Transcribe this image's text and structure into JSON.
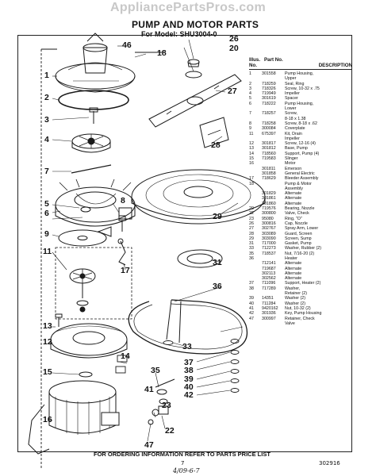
{
  "watermark": "AppliancePartsPros.com",
  "header": {
    "title": "PUMP AND MOTOR PARTS",
    "subtitle": "For Model: SHU3004-0"
  },
  "parts_table": {
    "col_illus": "Illus. No.",
    "col_part": "Part No.",
    "col_desc": "DESCRIPTION",
    "rows": [
      {
        "illus": "1",
        "part": "301558",
        "desc": "Pump Housing,"
      },
      {
        "illus": "",
        "part": "",
        "desc": "Upper"
      },
      {
        "illus": "2",
        "part": "718259",
        "desc": "Seal, Ring"
      },
      {
        "illus": "3",
        "part": "718326",
        "desc": "Screw, 10-32 x .75"
      },
      {
        "illus": "4",
        "part": "719949",
        "desc": "Impeller"
      },
      {
        "illus": "5",
        "part": "301619",
        "desc": "Spacer"
      },
      {
        "illus": "6",
        "part": "718222",
        "desc": "Pump Housing,"
      },
      {
        "illus": "",
        "part": "",
        "desc": "Lower"
      },
      {
        "illus": "7",
        "part": "718257",
        "desc": "Screw,"
      },
      {
        "illus": "",
        "part": "",
        "desc": "8-18 x 1.38"
      },
      {
        "illus": "8",
        "part": "718258",
        "desc": "Screw, 8-18 x .62"
      },
      {
        "illus": "9",
        "part": "300084",
        "desc": "Coverplate"
      },
      {
        "illus": "11",
        "part": "675397",
        "desc": "Kit, Drain"
      },
      {
        "illus": "",
        "part": "",
        "desc": "Impeller"
      },
      {
        "illus": "12",
        "part": "301817",
        "desc": "Screw, 12-16 (4)"
      },
      {
        "illus": "13",
        "part": "301812",
        "desc": "Base, Pump"
      },
      {
        "illus": "14",
        "part": "718560",
        "desc": "Support, Pump (4)"
      },
      {
        "illus": "15",
        "part": "719583",
        "desc": "Slinger"
      },
      {
        "illus": "16",
        "part": "",
        "desc": "Motor"
      },
      {
        "illus": "",
        "part": "301811",
        "desc": "Emerson"
      },
      {
        "illus": "",
        "part": "301858",
        "desc": "General Electric"
      },
      {
        "illus": "17",
        "part": "718629",
        "desc": "Bleeder Assembly"
      },
      {
        "illus": "18",
        "part": "",
        "desc": "Pump & Motor"
      },
      {
        "illus": "",
        "part": "",
        "desc": "Assembly"
      },
      {
        "illus": "",
        "part": "301829",
        "desc": "Alternate"
      },
      {
        "illus": "",
        "part": "301861",
        "desc": "Alternate"
      },
      {
        "illus": "",
        "part": "301860",
        "desc": "Alternate"
      },
      {
        "illus": "20",
        "part": "719576",
        "desc": "Bearing, Nozzle"
      },
      {
        "illus": "22",
        "part": "300800",
        "desc": "Valve, Check"
      },
      {
        "illus": "23",
        "part": "95080",
        "desc": "Ring, \"O\""
      },
      {
        "illus": "26",
        "part": "300816",
        "desc": "Cap, Nozzle"
      },
      {
        "illus": "27",
        "part": "302767",
        "desc": "Spray Arm, Lower"
      },
      {
        "illus": "28",
        "part": "303089",
        "desc": "Guard, Screen"
      },
      {
        "illus": "29",
        "part": "303090",
        "desc": "Screen, Sump"
      },
      {
        "illus": "31",
        "part": "717000",
        "desc": "Gasket, Pump"
      },
      {
        "illus": "33",
        "part": "712273",
        "desc": "Washer, Rubber (2)"
      },
      {
        "illus": "35",
        "part": "718537",
        "desc": "Nut, 7/16-20 (2)"
      },
      {
        "illus": "36",
        "part": "",
        "desc": "Heater"
      },
      {
        "illus": "",
        "part": "712141",
        "desc": "Alternate"
      },
      {
        "illus": "",
        "part": "719687",
        "desc": "Alternate"
      },
      {
        "illus": "",
        "part": "302113",
        "desc": "Alternate"
      },
      {
        "illus": "",
        "part": "302562",
        "desc": "Alternate"
      },
      {
        "illus": "37",
        "part": "711096",
        "desc": "Support, Heater (2)"
      },
      {
        "illus": "38",
        "part": "717289",
        "desc": "Washer,"
      },
      {
        "illus": "",
        "part": "",
        "desc": "Retainer (2)"
      },
      {
        "illus": "39",
        "part": "14351",
        "desc": "Washer (2)"
      },
      {
        "illus": "40",
        "part": "711284",
        "desc": "Washer (2)"
      },
      {
        "illus": "41",
        "part": "9420162",
        "desc": "Nut, 10-32 (2)"
      },
      {
        "illus": "42",
        "part": "301936",
        "desc": "Key, Pump Housing"
      },
      {
        "illus": "47",
        "part": "300997",
        "desc": "Retainer, Check"
      },
      {
        "illus": "",
        "part": "",
        "desc": "Valve"
      }
    ]
  },
  "callouts": {
    "c1": "1",
    "c2": "2",
    "c3": "3",
    "c4": "4",
    "c5": "5",
    "c6": "6",
    "c7": "7",
    "c8": "8",
    "c9": "9",
    "c11": "11",
    "c12": "12",
    "c13": "13",
    "c14": "14",
    "c15": "15",
    "c16": "16",
    "c17": "17",
    "c18": "18",
    "c20": "20",
    "c22": "22",
    "c23": "23",
    "c26": "26",
    "c27": "27",
    "c28": "28",
    "c29": "29",
    "c31": "31",
    "c33": "33",
    "c35": "35",
    "c36": "36",
    "c37": "37",
    "c38": "38",
    "c39": "39",
    "c40": "40",
    "c41": "41",
    "c42": "42",
    "c46": "46",
    "c47": "47"
  },
  "footer": {
    "note": "FOR ORDERING INFORMATION REFER TO PARTS PRICE LIST",
    "page": "7",
    "code": "302916",
    "handwritten": "4/09-6-7"
  }
}
